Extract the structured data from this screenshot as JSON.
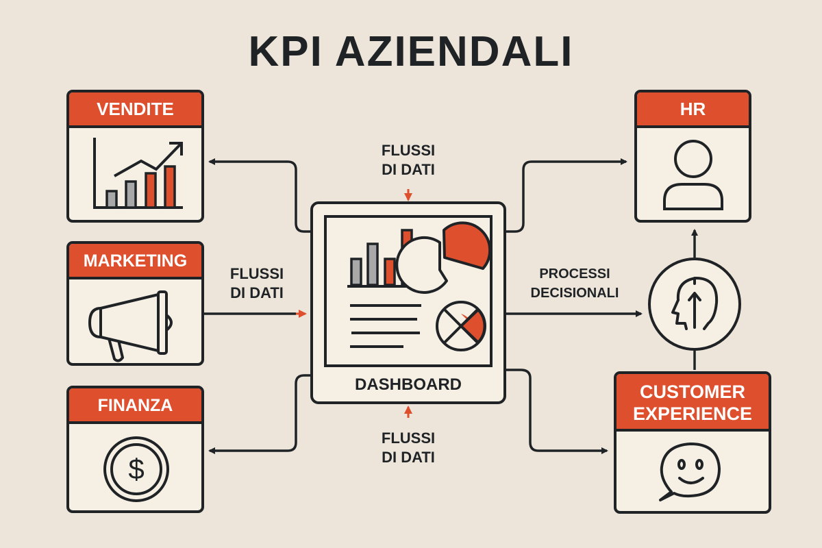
{
  "title": "KPI AZIENDALI",
  "colors": {
    "accent": "#de4f2e",
    "ink": "#1f2326",
    "background": "#ede5da",
    "card": "#f6efe4",
    "gray": "#a8a8a8"
  },
  "cards": {
    "vendite": {
      "label": "VENDITE",
      "icon": "bar-chart-trend-icon"
    },
    "marketing": {
      "label": "MARKETING",
      "icon": "megaphone-icon"
    },
    "finanza": {
      "label": "FINANZA",
      "icon": "dollar-coin-icon"
    },
    "hr": {
      "label": "HR",
      "icon": "user-icon"
    },
    "customer_experience": {
      "label_line1": "CUSTOMER",
      "label_line2": "EXPERIENCE",
      "icon": "smiley-chat-icon"
    }
  },
  "dashboard": {
    "label": "DASHBOARD",
    "icons": [
      "bar-chart-icon",
      "pie-chart-icon",
      "text-lines-icon",
      "quadrant-chart-icon"
    ]
  },
  "decision_node": {
    "icon": "head-arrow-icon"
  },
  "flow_labels": {
    "top": {
      "line1": "FLUSSI",
      "line2": "DI DATI"
    },
    "left": {
      "line1": "FLUSSI",
      "line2": "DI DATI"
    },
    "bottom": {
      "line1": "FLUSSI",
      "line2": "DI DATI"
    },
    "right": {
      "line1": "PROCESSI",
      "line2": "DECISIONALI"
    }
  }
}
